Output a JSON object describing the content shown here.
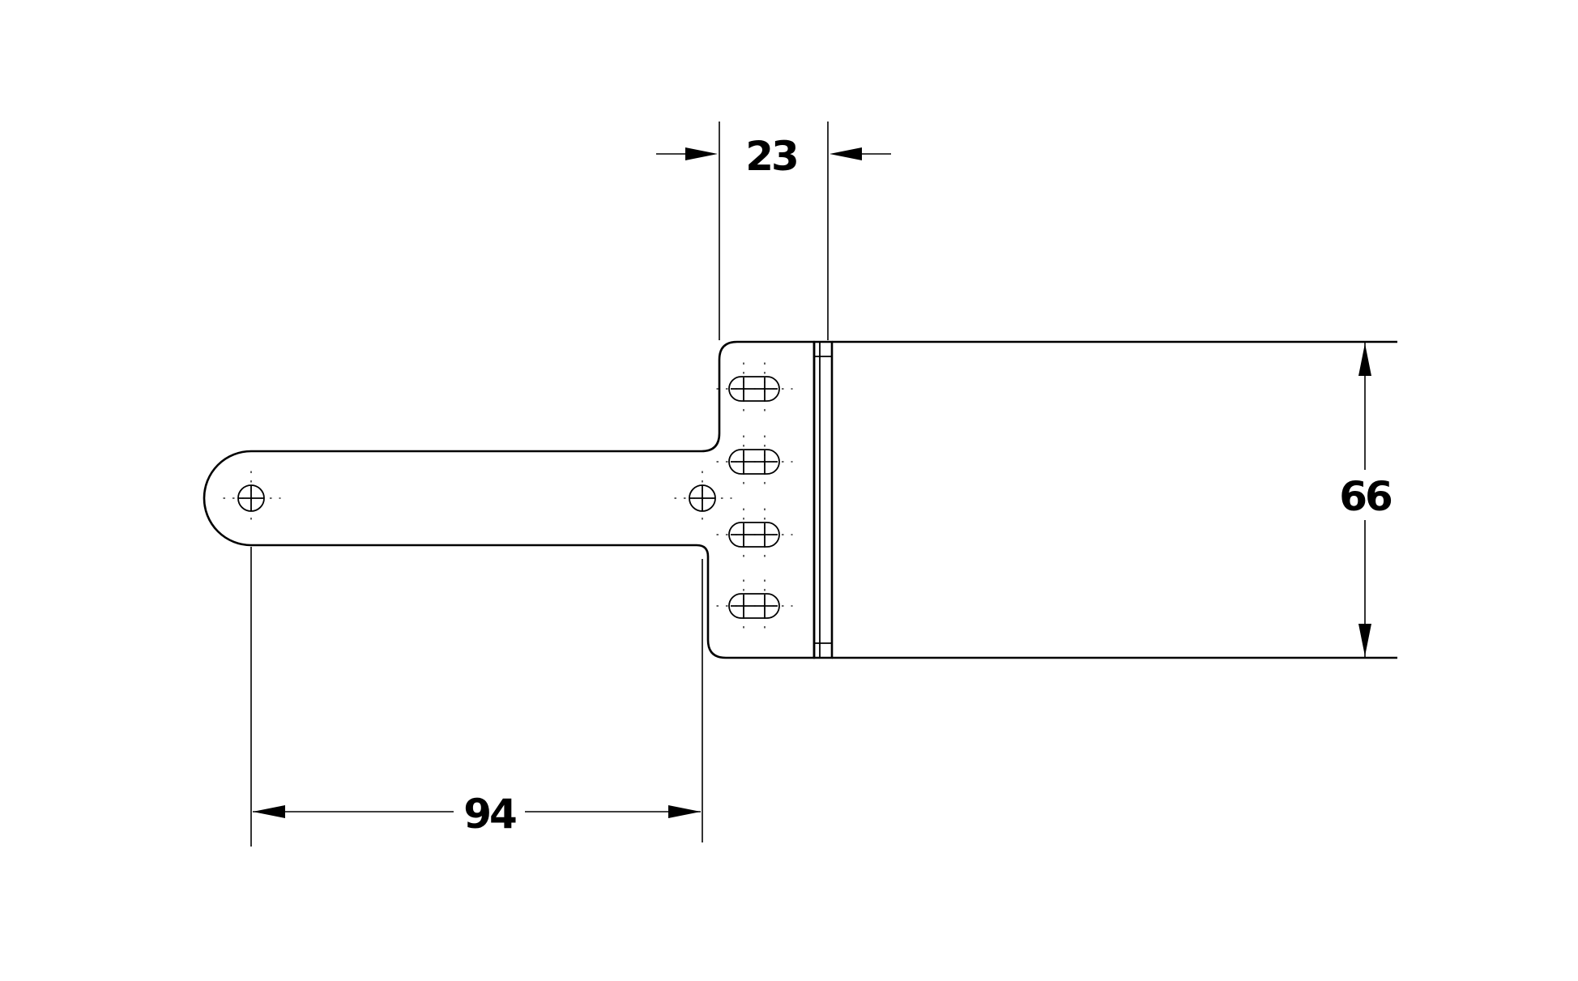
{
  "drawing": {
    "dimensions": {
      "width_top": "23",
      "height_right": "66",
      "length_bottom": "94"
    },
    "stroke_color": "#000000",
    "background_color": "#ffffff"
  }
}
